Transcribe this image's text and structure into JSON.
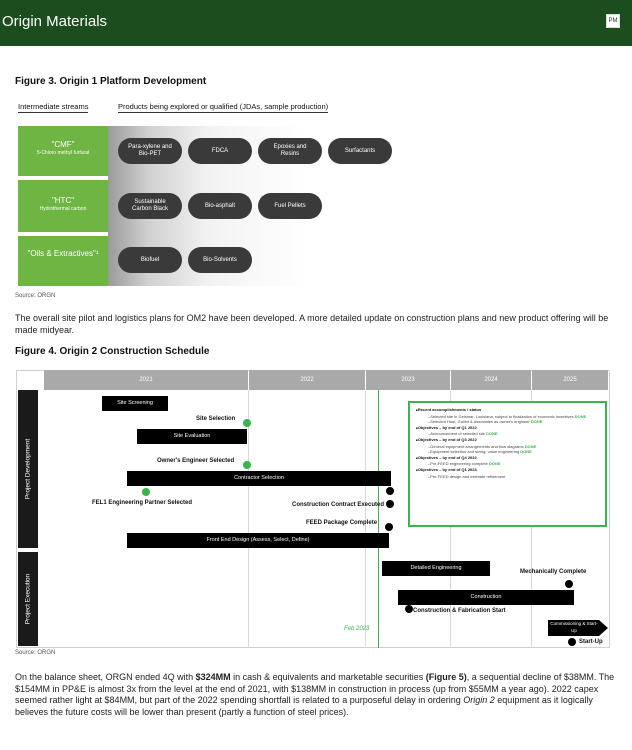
{
  "header": {
    "title": "Origin Materials",
    "badge": "PM"
  },
  "figure3": {
    "title": "Figure 3.  Origin 1 Platform Development",
    "col_streams": "Intermediate streams",
    "col_products": "Products being explored or qualified (JDAs, sample production)",
    "streams": [
      {
        "label": "\"CMF\"",
        "sub": "5-Chloro methyl furfural"
      },
      {
        "label": "\"HTC\"",
        "sub": "Hydrothermal carbon"
      },
      {
        "label": "\"Oils & Extractives\"¹",
        "sub": ""
      }
    ],
    "products": [
      [
        "Para-xylene and Bio-PET",
        "FDCA",
        "Epoxies and Resins",
        "Surfactants"
      ],
      [
        "Sustainable Carbon Black",
        "Bio-asphalt",
        "Fuel Pellets"
      ],
      [
        "Biofuel",
        "Bio-Solvents"
      ]
    ],
    "source": "Source: ORGN"
  },
  "paragraph1": "The overall site pilot and logistics plans for OM2 have been developed.  A more detailed update on construction plans and new product offering will be made midyear.",
  "figure4": {
    "title": "Figure 4. Origin 2 Construction Schedule",
    "years": [
      "2021",
      "2022",
      "2023",
      "2024",
      "2025"
    ],
    "side_labels": [
      "Project Development",
      "Project Execution"
    ],
    "bars": {
      "site_screening": "Site Screening",
      "site_evaluation": "Site Evaluation",
      "contractor_selection": "Contractor Selection",
      "front_end_design": "Front End Design (Assess, Select, Define)",
      "detailed_engineering": "Detailed Engineering",
      "construction": "Construction",
      "commissioning": "Commissioning & Start-Up"
    },
    "milestones": {
      "site_selection": "Site Selection",
      "owners_engineer": "Owner's Engineer Selected",
      "fel1": "FEL1 Engineering Partner Selected",
      "construction_contract": "Construction Contract Executed",
      "feed_complete": "FEED Package Complete",
      "mechanically_complete": "Mechanically Complete",
      "fabrication_start": "Construction & Fabrication Start",
      "startup": "Start-Up"
    },
    "feb_label": "Feb 2023",
    "accomplishments": [
      {
        "kind": "h",
        "text": "Recent accomplishments / status"
      },
      {
        "kind": "s",
        "text": "Selected site in Geismar, Louisiana, subject to finalization of economic incentives",
        "done": "DONE"
      },
      {
        "kind": "s",
        "text": "Selected Hunt, Guillot & Associates as owner's engineer",
        "done": "DONE"
      },
      {
        "kind": "h",
        "text": "Objectives – by end of Q1 2022"
      },
      {
        "kind": "s",
        "text": "Announcement of selected site",
        "done": "DONE"
      },
      {
        "kind": "h",
        "text": "Objectives – by end of Q3 2022"
      },
      {
        "kind": "s",
        "text": "General equipment arrangements and flow diagrams",
        "done": "DONE"
      },
      {
        "kind": "s",
        "text": "Equipment selection and sizing; value engineering",
        "done": "DONE"
      },
      {
        "kind": "h",
        "text": "Objectives – by end of Q4 2022"
      },
      {
        "kind": "s",
        "text": "Pre-FEED engineering complete",
        "done": "DONE"
      },
      {
        "kind": "h",
        "text": "Objectives – by end of Q1 2023"
      },
      {
        "kind": "s",
        "text": "Pre-FEED design and estimate refinement",
        "done": ""
      }
    ],
    "source": "Source: ORGN"
  },
  "paragraph2": {
    "part1": "On the balance sheet, ORGN ended 4Q with ",
    "bold1": "$324MM",
    "part2": " in cash & equivalents and marketable securities ",
    "bold2": "(Figure 5)",
    "part3": ", a sequential decline of $38MM. The $154MM in PP&E is almost 3x from the level at the end of 2021, with $138MM in construction in process (up from $55MM a year ago). 2022 capex seemed rather light at $84MM, but part of the 2022 spending shortfall is related to a purposeful delay in ordering ",
    "ital1": "Origin 2",
    "part4": " equipment as it logically believes the future costs will be lower than present (partly a function of steel prices)."
  },
  "colors": {
    "header_green": "#1c4d1e",
    "stream_green": "#6fb544",
    "accent_green": "#39b54a"
  }
}
